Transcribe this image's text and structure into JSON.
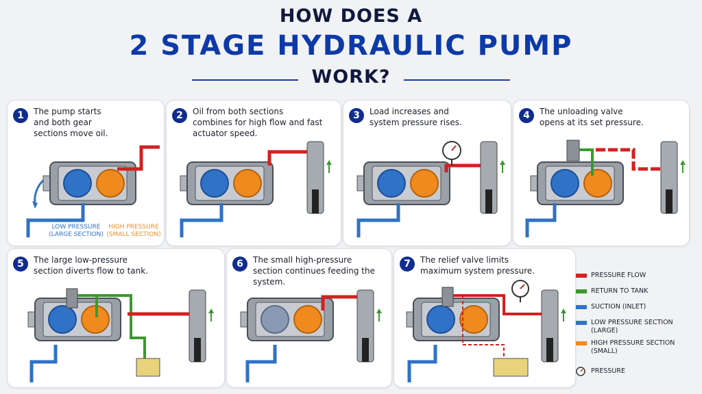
{
  "title": {
    "line1": "HOW DOES A",
    "line2": "2 STAGE HYDRAULIC PUMP",
    "line3": "WORK?"
  },
  "steps": [
    {
      "num": "1",
      "text": "The pump starts and both gear sections move oil."
    },
    {
      "num": "2",
      "text": "Oil from both sections combines for high flow and fast actuator speed."
    },
    {
      "num": "3",
      "text": "Load increases and system pressure rises."
    },
    {
      "num": "4",
      "text": "The unloading valve opens at its set pressure."
    },
    {
      "num": "5",
      "text": "The large low-pressure section diverts flow to tank."
    },
    {
      "num": "6",
      "text": "The small high-pressure section continues feeding the system."
    },
    {
      "num": "7",
      "text": "The relief valve limits maximum system pressure."
    }
  ],
  "step1_labels": {
    "low": "LOW PRESSURE (LARGE SECTION)",
    "high": "HIGH PRESSURE (SMALL SECTION)"
  },
  "legend": [
    {
      "label": "PRESSURE FLOW",
      "color": "#d42020"
    },
    {
      "label": "RETURN TO TANK",
      "color": "#3a9a2e"
    },
    {
      "label": "SUCTION (INLET)",
      "color": "#2f72c7"
    },
    {
      "label": "LOW PRESSURE SECTION (LARGE)",
      "color": "#2f72c7"
    },
    {
      "label": "HIGH PRESSURE SECTION (SMALL)",
      "color": "#f08a1e"
    },
    {
      "label": "PRESSURE",
      "icon": "pressure-gauge-icon"
    }
  ],
  "colors": {
    "pressure": "#d42020",
    "return": "#3a9a2e",
    "suction": "#2f72c7",
    "low_gear": "#2f72c7",
    "high_gear": "#f08a1e",
    "title_blue": "#0d3aa8"
  }
}
